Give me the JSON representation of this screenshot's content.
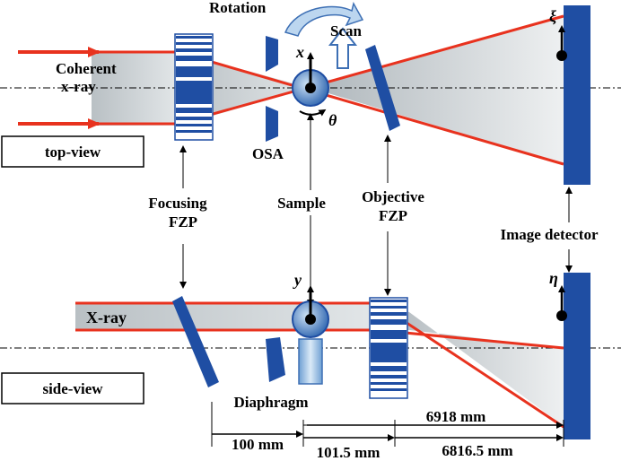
{
  "colors": {
    "beam_red": "#e8321e",
    "optic_blue": "#1f4ea3",
    "sample_light_blue": "#8fb6dc",
    "cone_gray": "#c9ced2",
    "box_border": "#000000"
  },
  "top_view": {
    "view_label": "top-view",
    "source_label_1": "Coherent",
    "source_label_2": "x-ray",
    "rotation_label": "Rotation",
    "scan_label": "Scan",
    "axis_x": "x",
    "angle_theta": "θ",
    "osa_label": "OSA",
    "detector_axis": "ξ"
  },
  "middle_labels": {
    "focusing_1": "Focusing",
    "focusing_2": "FZP",
    "sample": "Sample",
    "objective_1": "Objective",
    "objective_2": "FZP",
    "detector": "Image detector"
  },
  "side_view": {
    "view_label": "side-view",
    "beam_label": "X-ray",
    "axis_y": "y",
    "diaphragm_label": "Diaphragm",
    "detector_axis": "η"
  },
  "dimensions": {
    "total": "6918 mm",
    "focus_to_sample": "100 mm",
    "sample_to_objective": "101.5 mm",
    "objective_to_detector": "6816.5 mm"
  }
}
